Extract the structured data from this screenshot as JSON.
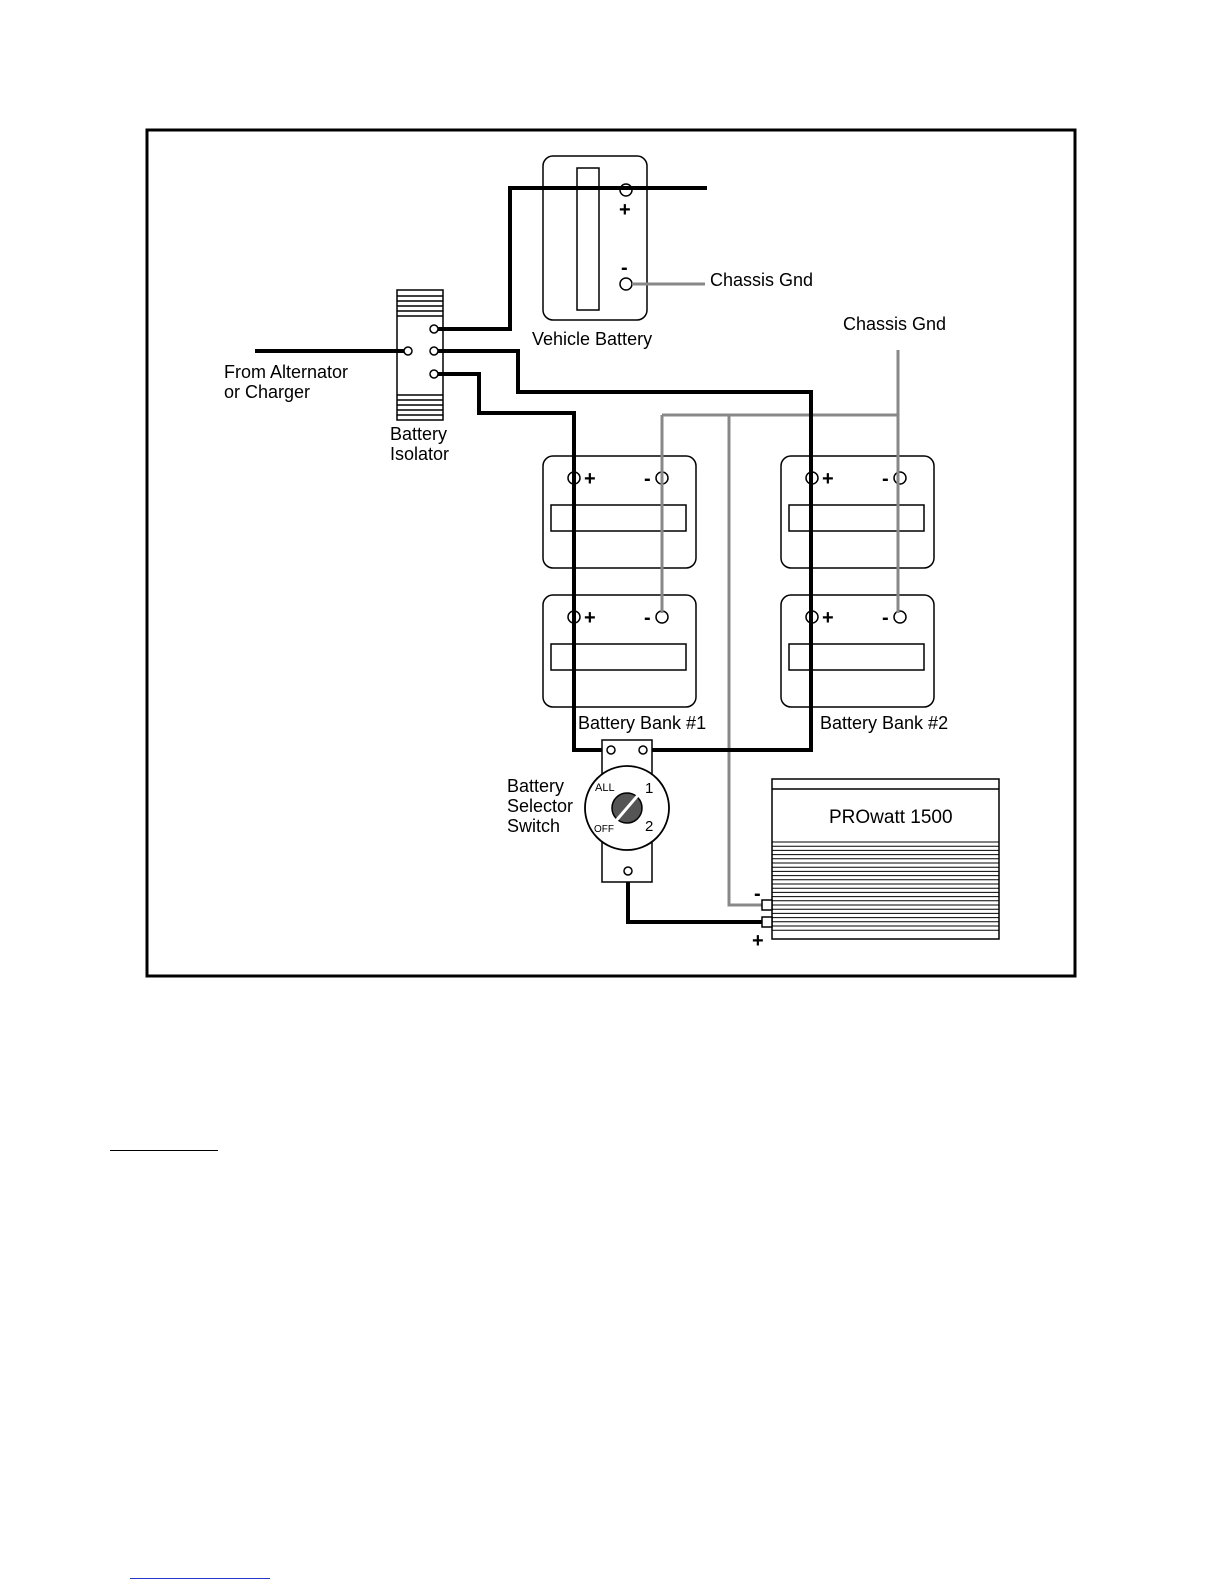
{
  "labels": {
    "vehicle_battery": "Vehicle Battery",
    "chassis_gnd_1": "Chassis Gnd",
    "chassis_gnd_2": "Chassis Gnd",
    "from_alternator_1": "From Alternator",
    "from_alternator_2": "or Charger",
    "isolator_1": "Battery",
    "isolator_2": "Isolator",
    "bank1": "Battery Bank #1",
    "bank2": "Battery Bank #2",
    "selector_1": "Battery",
    "selector_2": "Selector",
    "selector_3": "Switch",
    "inverter": "PROwatt 1500"
  },
  "switch": {
    "all": "ALL",
    "off": "OFF",
    "pos1": "1",
    "pos2": "2"
  },
  "symbols": {
    "plus": "+",
    "minus": "-"
  },
  "colors": {
    "power_wire": "#000000",
    "ground_wire": "#888888"
  }
}
